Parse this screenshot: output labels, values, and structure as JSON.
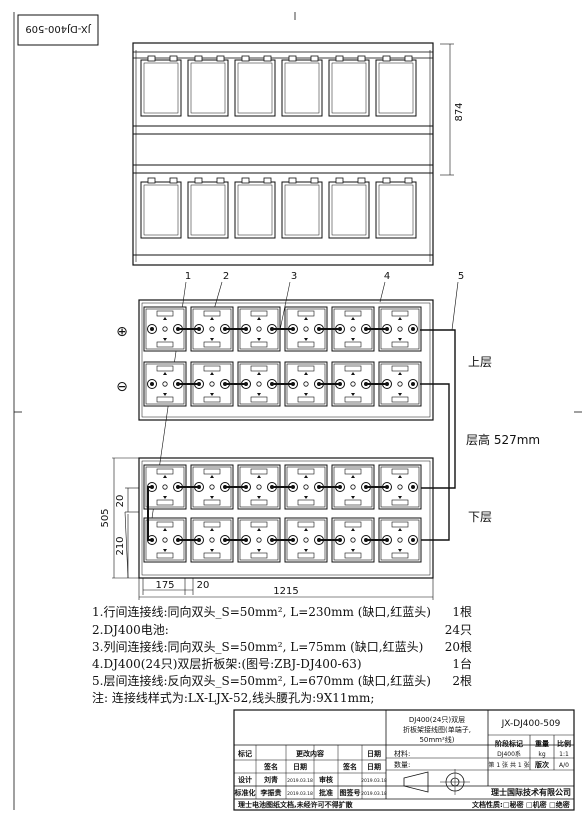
{
  "drawing_code_stamp": "JX-DJ400-509",
  "side_view": {
    "height_dim": "874"
  },
  "callouts": [
    "1",
    "2",
    "3",
    "4",
    "5"
  ],
  "poles": {
    "positive": "⊕",
    "negative": "⊖"
  },
  "labels": {
    "upper_layer": "上层",
    "layer_height": "层高 527mm",
    "lower_layer": "下层"
  },
  "dimensions": {
    "d20_top": "20",
    "d210": "210",
    "d505": "505",
    "d175": "175",
    "d20_bottom": "20",
    "d1215": "1215"
  },
  "parts_list": [
    {
      "text": "1.行间连接线:同向双头_S=50mm², L=230mm (缺口,红蓝头)",
      "qty": "1根"
    },
    {
      "text": "2.DJ400电池:",
      "qty": "24只"
    },
    {
      "text": "3.列间连接线:同向双头_S=50mm², L=75mm (缺口,红蓝头)",
      "qty": "20根"
    },
    {
      "text": "4.DJ400(24只)双层折板架:(图号:ZBJ-DJ400-63)",
      "qty": "1台"
    },
    {
      "text": "5.层间连接线:反向双头_S=50mm², L=670mm (缺口,红蓝头)",
      "qty": "2根"
    }
  ],
  "note": "注: 连接线样式为:LX-LJX-52,线头腰孔为:9X11mm;",
  "title_block": {
    "drawing_title": [
      "DJ400(24只)双层",
      "折板架接线图(单端子,",
      "50mm²线)"
    ],
    "drawing_no": "JX-DJ400-509",
    "hdr_part_mark": "阶段标记",
    "hdr_weight": "重量",
    "hdr_scale": "比例",
    "material_label": "材料:",
    "weight_unit": "kg",
    "scale_value": "1:1",
    "qty_label": "数量:",
    "sheet_info": "第 1 张 共 1 张",
    "version_label": "版次",
    "version_value": "A/0",
    "model_value": "DJ400系",
    "mark_label": "标记",
    "change_label": "更改内容",
    "date_label": "日期",
    "sign_label": "签名",
    "designer_label": "设计",
    "designer_name": "刘青",
    "review_label": "审核",
    "standard_label": "标准化",
    "standard_name": "李振贵",
    "approve_label": "批准",
    "sign_no_label": "图签号",
    "date_values": [
      "2019.03.18",
      "2019.03.18",
      "2019.03.18",
      "2019.03.18"
    ],
    "company": "理士国际技术有限公司",
    "footer_left": "理士电池图纸文档,未经许可不得扩散",
    "footer_right_label": "文档性质:",
    "footer_right_opts": "□秘密  □机密  □绝密"
  }
}
